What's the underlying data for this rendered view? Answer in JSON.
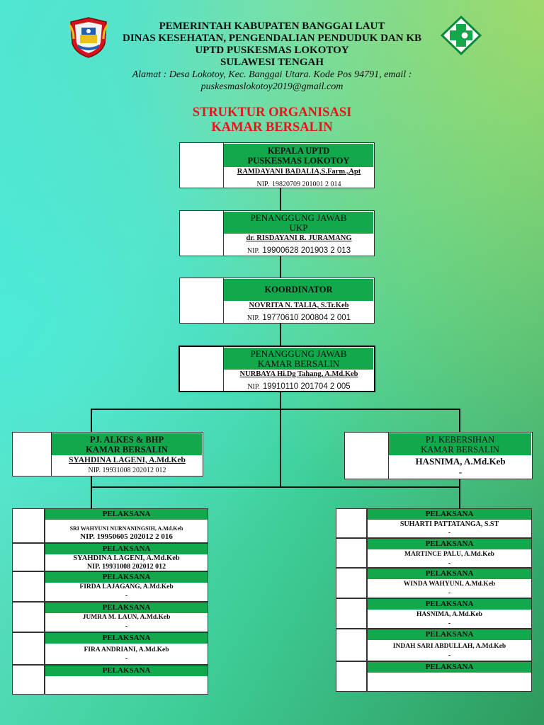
{
  "header": {
    "line1": "PEMERINTAH KABUPATEN BANGGAI LAUT",
    "line2": "DINAS KESEHATAN, PENGENDALIAN PENDUDUK DAN KB",
    "line3": "UPTD PUSKESMAS LOKOTOY",
    "line4": "SULAWESI TENGAH",
    "address1": "Alamat : Desa Lokotoy, Kec. Banggai Utara. Kode Pos 94791, email :",
    "address2": "puskesmaslokotoy2019@gmail.com"
  },
  "title": {
    "line1": "STRUKTUR ORGANISASI",
    "line2": "KAMAR BERSALIN"
  },
  "colors": {
    "title": "#e8141b",
    "green": "#12a84c"
  },
  "icons": {
    "left_logo": "regency-crest-icon",
    "right_logo": "health-cross-icon"
  },
  "kepala": {
    "role1": "KEPALA UPTD",
    "role2": "PUSKESMAS LOKOTOY",
    "name": "RAMDAYANI BADALIA,S.Farm.,Apt",
    "nip_label": "NIP.",
    "nip": "19820709 201001 2 014"
  },
  "pj_ukp": {
    "role1": "PENANGGUNG JAWAB",
    "role2": "UKP",
    "name": "dr. RISDAYANI R. JURAMANG",
    "nip_label": "NIP.",
    "nip": "19900628 201903 2 013"
  },
  "koordinator": {
    "role1": "KOORDINATOR",
    "name": "NOVRITA N. TALIA, S.Tr.Keb",
    "nip_label": "NIP.",
    "nip": "19770610 200804 2 001"
  },
  "pj_kamar": {
    "role1": "PENANGGUNG JAWAB",
    "role2": "KAMAR BERSALIN",
    "name": "NURBAYA Hi.Dg Tahang, A.Md.Keb",
    "nip_label": "NIP.",
    "nip": "19910110 201704 2 005"
  },
  "pj_alkes": {
    "role1": "PJ. ALKES & BHP",
    "role2": "KAMAR BERSALIN",
    "name": "SYAHDINA LAGENI, A.Md.Keb",
    "nip": "NIP. 19931008 202012 012"
  },
  "pj_kebersihan": {
    "role1": "PJ. KEBERSIHAN",
    "role2": "KAMAR BERSALIN",
    "name1": "HASNIMA, A.Md.Keb",
    "name2": "-"
  },
  "pelaksana_label": "PELAKSANA",
  "left_pelaksana": [
    {
      "name": "SRI WAHYUNI NURNANINGSIH, A.Md.Keb",
      "sub": "NIP. 19950605 202012 2 016"
    },
    {
      "name": "SYAHDINA LAGENI, A.Md.Keb",
      "sub": "NIP. 19931008 202012 012"
    },
    {
      "name": "FIRDA LAJAGANG, A.Md.Keb",
      "sub": "-"
    },
    {
      "name": "JUMRA M. LAUN, A.Md.Keb",
      "sub": "-"
    },
    {
      "name": "FIRA ANDRIANI, A.Md.Keb",
      "sub": "-"
    },
    {
      "name": "",
      "sub": ""
    }
  ],
  "right_pelaksana": [
    {
      "name": "SUHARTI PATTATANGA, S.ST",
      "sub": "-"
    },
    {
      "name": "MARTINCE PALU, A.Md.Keb",
      "sub": "-"
    },
    {
      "name": "WINDA WAHYUNI, A.Md.Keb",
      "sub": "-"
    },
    {
      "name": "HASNIMA,  A.Md.Keb",
      "sub": "-"
    },
    {
      "name": "INDAH SARI ABDULLAH, A.Md.Keb",
      "sub": "-"
    },
    {
      "name": "",
      "sub": ""
    }
  ]
}
